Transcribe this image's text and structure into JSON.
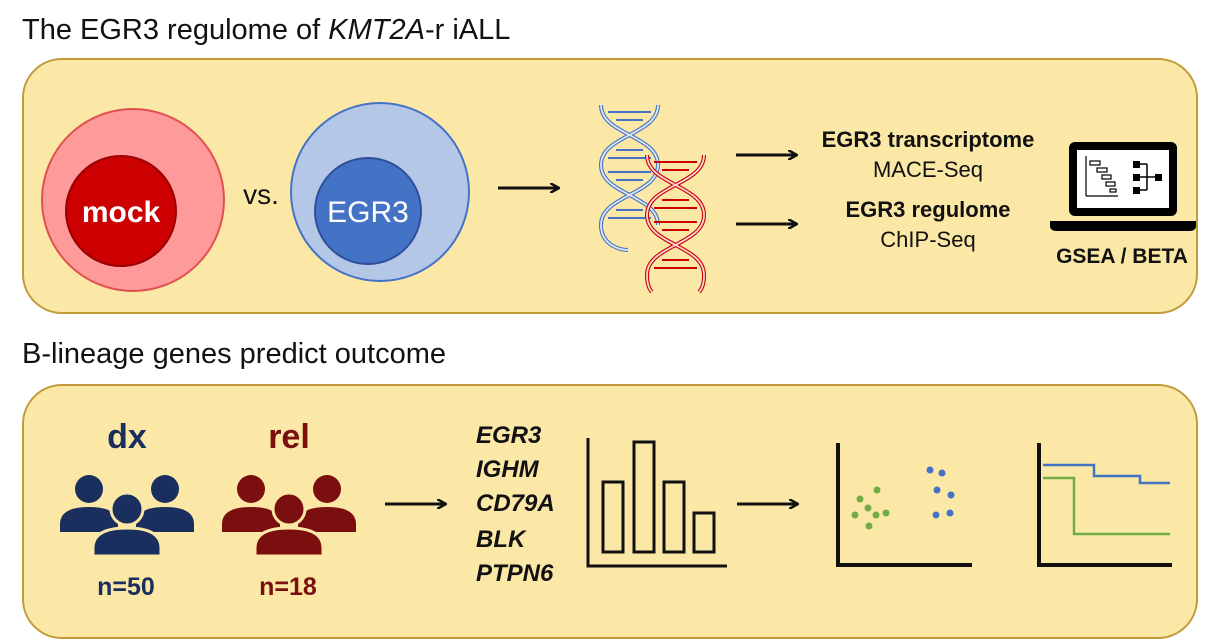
{
  "panel_top": {
    "title_prefix": "The EGR3 regulome of ",
    "title_italic": "KMT2A",
    "title_suffix": "-r iALL",
    "mock_label": "mock",
    "vs_label": "vs.",
    "egr3_label": "EGR3",
    "transcriptome_title": "EGR3 transcriptome",
    "transcriptome_method": "MACE-Seq",
    "regulome_title": "EGR3 regulome",
    "regulome_method": "ChIP-Seq",
    "analysis_label": "GSEA / BETA",
    "icons": [
      "cell-mock-icon",
      "cell-egr3-icon",
      "dna-helix-icon",
      "laptop-icon",
      "arrow-icon"
    ]
  },
  "panel_bottom": {
    "title": "B-lineage genes predict outcome",
    "dx_label": "dx",
    "dx_count": "n=50",
    "rel_label": "rel",
    "rel_count": "n=18",
    "genes": [
      "EGR3",
      "IGHM",
      "CD79A",
      "BLK",
      "PTPN6"
    ],
    "icons": [
      "patient-group-icon",
      "bar-chart-icon",
      "scatter-plot-icon",
      "survival-curve-icon",
      "arrow-icon"
    ]
  },
  "colors": {
    "panel_fill": "#fce8a6",
    "panel_border": "#c29a3a",
    "mock_outer": "#ff9a9a",
    "mock_inner": "#cc0000",
    "egr3_outer": "#b4c7e7",
    "egr3_inner": "#4472c4",
    "dx_navy": "#1b2f5e",
    "rel_maroon": "#7b0f0f",
    "scatter_green": "#70ad47",
    "scatter_blue": "#4472c4"
  }
}
